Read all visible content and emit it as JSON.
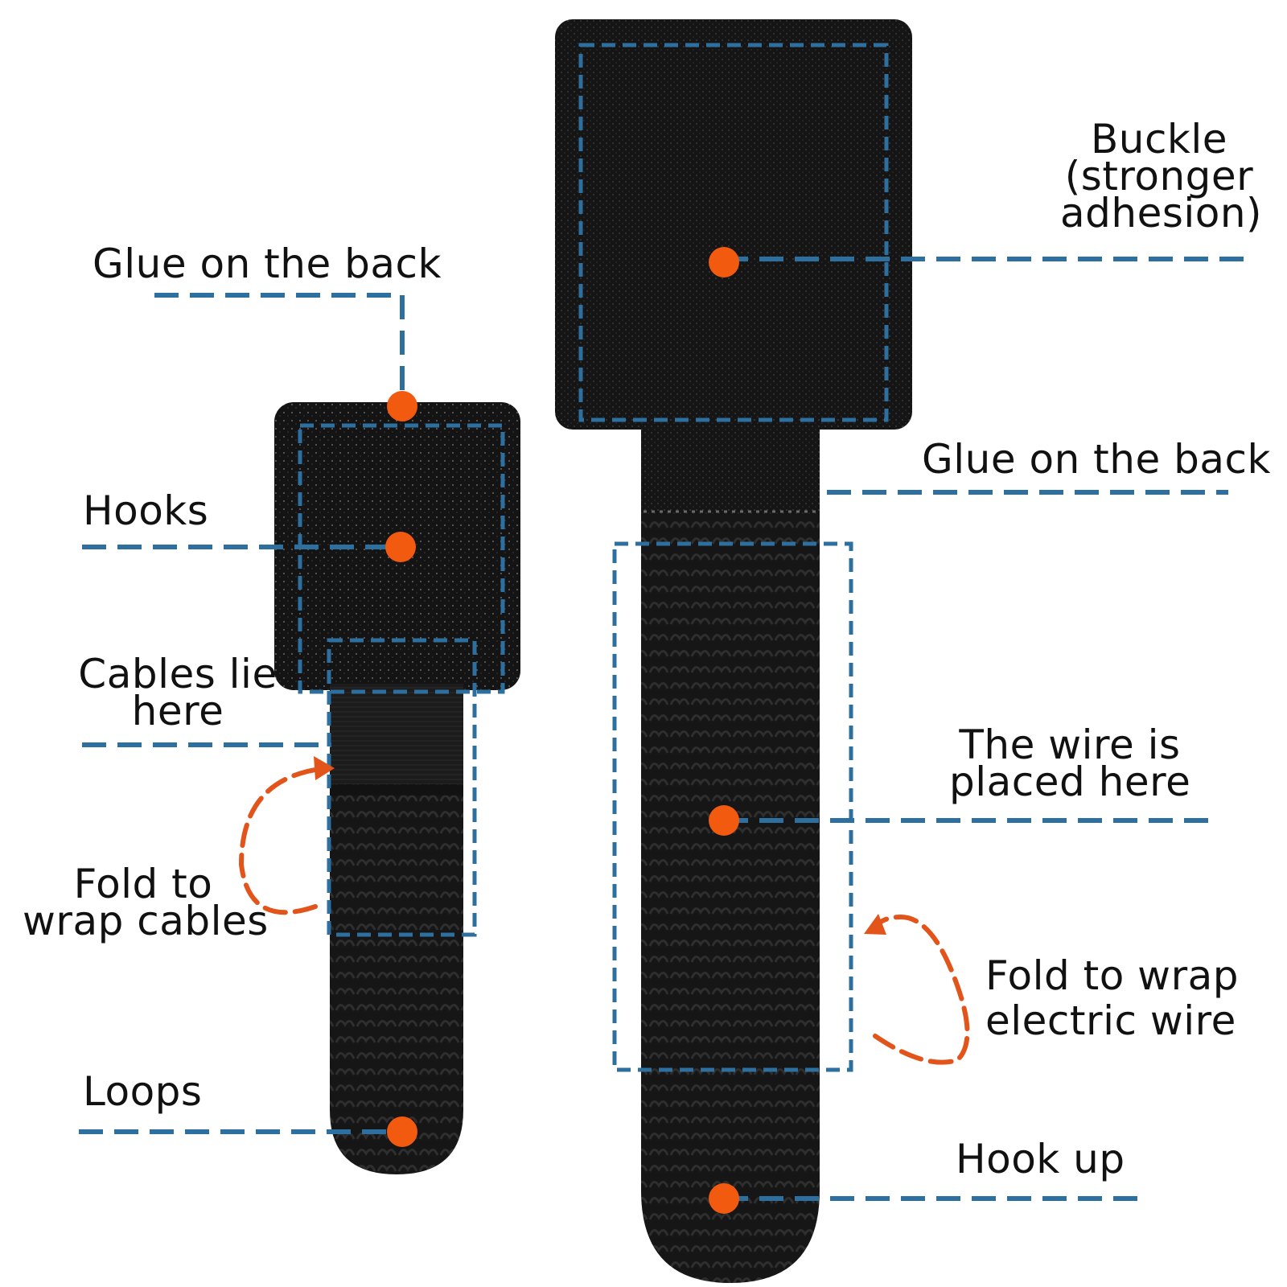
{
  "colors": {
    "callout_line": "#2d6f9f",
    "marker": "#f25a0f",
    "fold_arrow": "#e2541a",
    "strap": "#1a1a1a",
    "background": "#ffffff"
  },
  "left_strap": {
    "labels": {
      "glue_back": "Glue on the back",
      "hooks": "Hooks",
      "cables_lie_line1": "Cables lie",
      "cables_lie_line2": "here",
      "fold_line1": "Fold to",
      "fold_line2": "wrap cables",
      "loops": "Loops"
    }
  },
  "right_strap": {
    "labels": {
      "buckle_line1": "Buckle",
      "buckle_line2": "(stronger",
      "buckle_line3": "adhesion)",
      "glue_back": "Glue on the back",
      "wire_line1": "The wire is",
      "wire_line2": "placed here",
      "fold_line1": "Fold to wrap",
      "fold_line2": "electric wire",
      "hook_up": "Hook up"
    }
  }
}
